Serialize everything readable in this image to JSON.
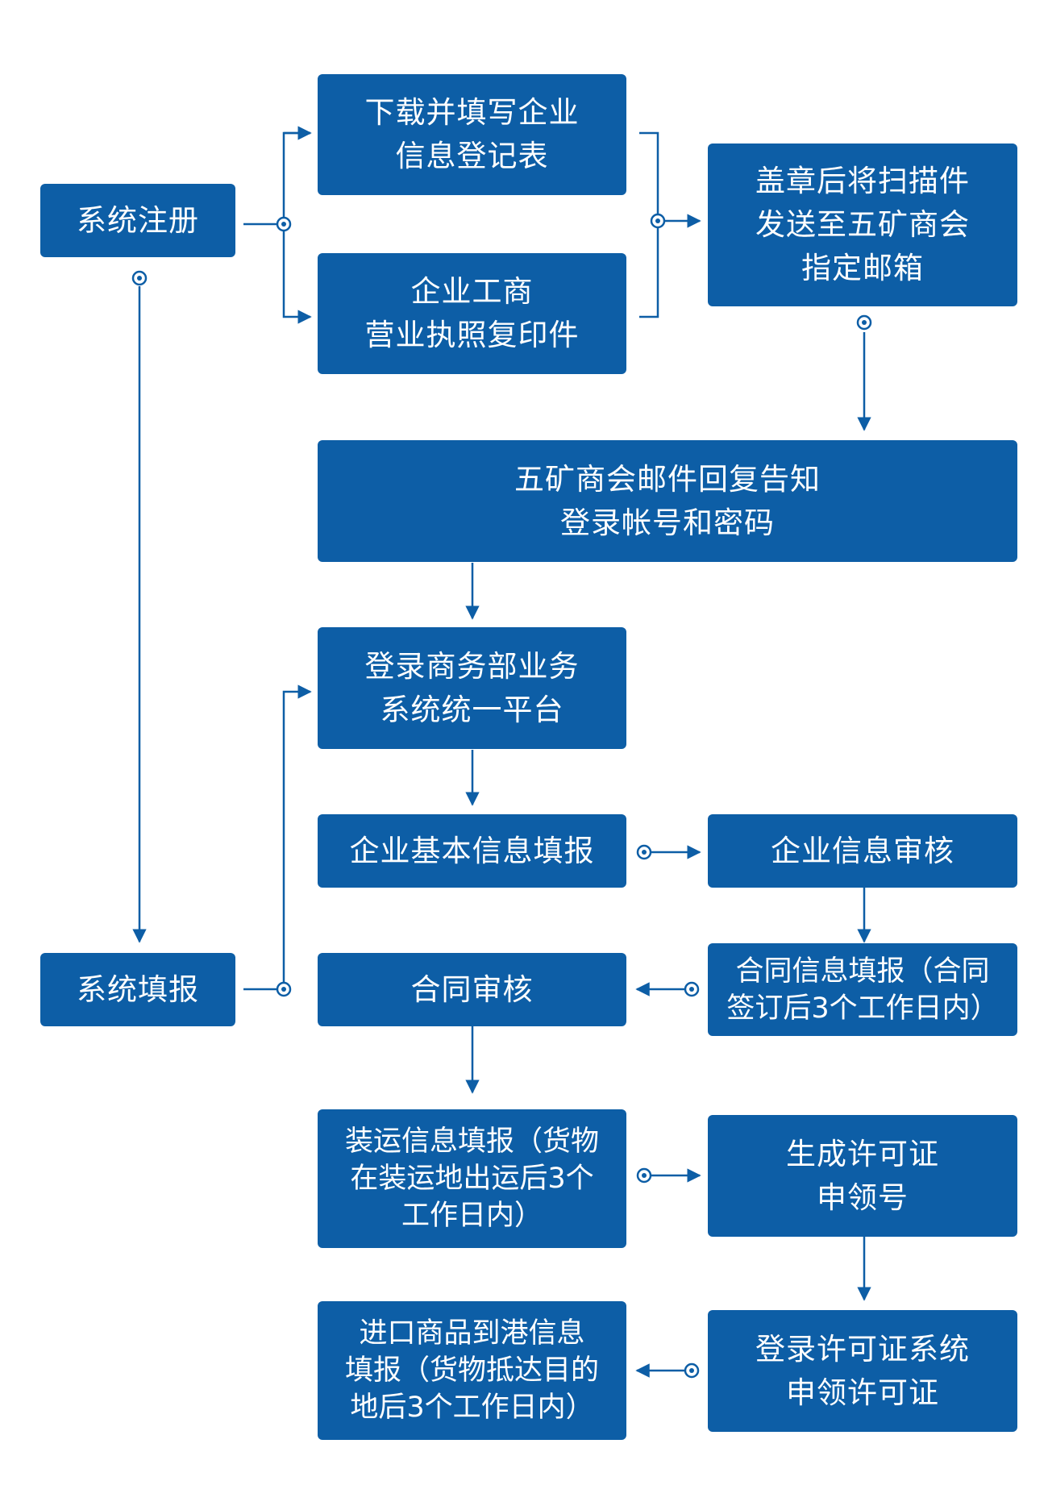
{
  "colors": {
    "box": "#0d5ea6",
    "line": "#0d5ea6",
    "text": "#ffffff",
    "background": "#ffffff"
  },
  "nodes": {
    "register": {
      "lines": [
        "系统注册"
      ]
    },
    "download_form": {
      "lines": [
        "下载并填写企业",
        "信息登记表"
      ]
    },
    "license_copy": {
      "lines": [
        "企业工商",
        "营业执照复印件"
      ]
    },
    "stamp_scan": {
      "lines": [
        "盖章后将扫描件",
        "发送至五矿商会",
        "指定邮箱"
      ]
    },
    "reply_account": {
      "lines": [
        "五矿商会邮件回复告知",
        "登录帐号和密码"
      ]
    },
    "login_platform": {
      "lines": [
        "登录商务部业务",
        "系统统一平台"
      ]
    },
    "basic_info": {
      "lines": [
        "企业基本信息填报"
      ]
    },
    "info_review": {
      "lines": [
        "企业信息审核"
      ]
    },
    "system_fill": {
      "lines": [
        "系统填报"
      ]
    },
    "contract_review": {
      "lines": [
        "合同审核"
      ]
    },
    "contract_fill": {
      "lines": [
        "合同信息填报（合同",
        "签订后3个工作日内）"
      ]
    },
    "shipping_fill": {
      "lines": [
        "装运信息填报（货物",
        "在装运地出运后3个",
        "工作日内）"
      ]
    },
    "permit_number": {
      "lines": [
        "生成许可证",
        "申领号"
      ]
    },
    "arrival_fill": {
      "lines": [
        "进口商品到港信息",
        "填报（货物抵达目的",
        "地后3个工作日内）"
      ]
    },
    "permit_apply": {
      "lines": [
        "登录许可证系统",
        "申领许可证"
      ]
    }
  }
}
